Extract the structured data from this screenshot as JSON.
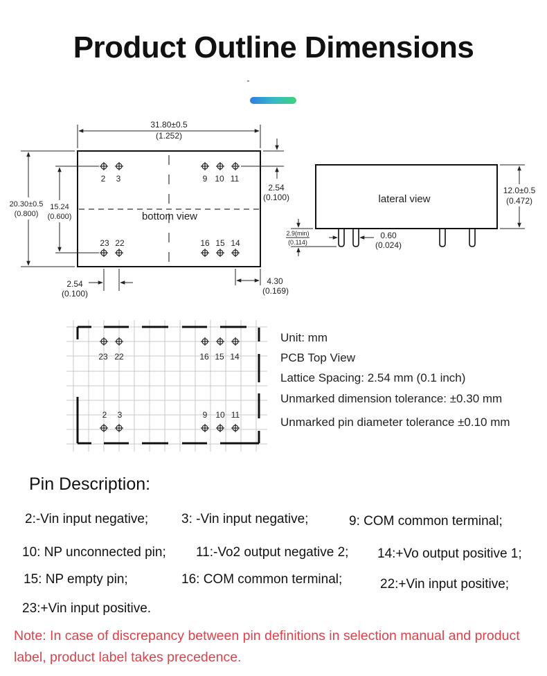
{
  "title": "Product Outline Dimensions",
  "bottom_view": {
    "label": "bottom view",
    "width": "31.80±0.5",
    "width_in": "(1.252)",
    "height": "20.30±0.5",
    "height_in": "(0.800)",
    "row_spacing": "15.24",
    "row_spacing_in": "(0.600)",
    "edge_offset": "2.54",
    "edge_offset_in": "(0.100)",
    "pitch": "2.54",
    "pitch_in": "(0.100)",
    "right_offset": "4.30",
    "right_offset_in": "(0.169)",
    "pins_top_left": [
      "2",
      "3"
    ],
    "pins_top_right": [
      "9",
      "10",
      "11"
    ],
    "pins_bottom_left": [
      "23",
      "22"
    ],
    "pins_bottom_right": [
      "16",
      "15",
      "14"
    ]
  },
  "lateral_view": {
    "label": "lateral view",
    "height": "12.0±0.5",
    "height_in": "(0.472)",
    "pin_len": "2.9(min)",
    "pin_len_in": "(0.114)",
    "pin_dia": "0.60",
    "pin_dia_in": "(0.024)"
  },
  "top_view": {
    "pins_top_left": [
      "23",
      "22"
    ],
    "pins_top_right": [
      "16",
      "15",
      "14"
    ],
    "pins_bottom_left": [
      "2",
      "3"
    ],
    "pins_bottom_right": [
      "9",
      "10",
      "11"
    ]
  },
  "notes": [
    "Unit: mm",
    "PCB Top View",
    "Lattice Spacing: 2.54 mm (0.1 inch)",
    "Unmarked dimension tolerance: ±0.30 mm",
    "Unmarked pin diameter tolerance ±0.10 mm"
  ],
  "pin_heading": "Pin Description:",
  "pins": [
    "2:-Vin input negative;",
    "3: -Vin input negative;",
    "9: COM common terminal;",
    "10: NP unconnected pin;",
    "11:-Vo2 output negative 2;",
    "14:+Vo output positive 1;",
    "15: NP empty pin;",
    "16: COM common terminal;",
    "22:+Vin input positive;",
    "23:+Vin input positive."
  ],
  "note": "Note: In case of discrepancy between pin definitions in selection manual and product label, product label takes precedence.",
  "colors": {
    "note": "#d9434b",
    "accent_start": "#2f7de0",
    "accent_end": "#3fd27a"
  }
}
